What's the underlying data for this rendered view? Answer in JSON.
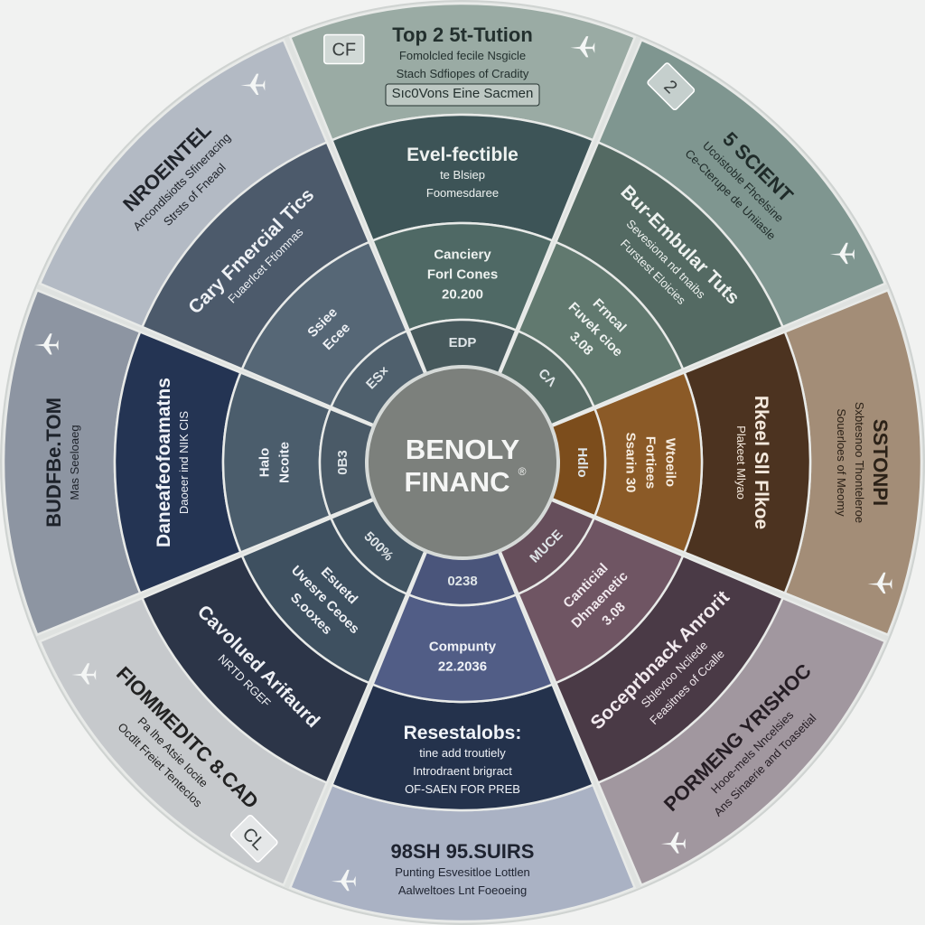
{
  "center": {
    "title_line1": "BENOLY",
    "title_line2": "FINANC",
    "mark": "®",
    "color": "#7c807c"
  },
  "colors": {
    "background": "#f1f2f1",
    "outline": "#e8eae8",
    "slate": "#5a6470",
    "navy": "#26344d",
    "teal_dark": "#3d5457",
    "sage": "#6f8a85",
    "brown": "#74461a",
    "plum": "#5b4853",
    "periwinkle": "#5e6884"
  },
  "sectors": [
    {
      "id": "top",
      "icon": "plane-icon",
      "outer": {
        "title": "Top 2 5t-Tution",
        "lines": [
          "Fomolcled fecile Nsgicle",
          "Stach Sdfiopes of Cradity"
        ],
        "sub": "Sıc0Vons Eine Sacmen",
        "badge": "CF",
        "color": "#9aaba4",
        "text_color": "#23302e"
      },
      "middle": {
        "title": "Evel-fectible",
        "lines": [
          "te Blsiep",
          "Foomesdaree"
        ],
        "color": "#3d5457",
        "text_color": "#eef2f0"
      },
      "inner": {
        "lines": [
          "Canciery",
          "Forl Cones",
          "20.200"
        ],
        "color": "#4f6965",
        "text_color": "#eef2f0"
      },
      "core": {
        "label": "EDP",
        "color": "#47595c"
      }
    },
    {
      "id": "top-right",
      "icon": "plane-icon",
      "outer": {
        "title": "5 SCIENT",
        "lines": [
          "Ucoistoble Fhcelsine",
          "Ce-Cterupe de Uniiasle"
        ],
        "badge": "2",
        "color": "#7f9690",
        "text_color": "#1f2b29"
      },
      "middle": {
        "title": "Bur-Embular Tuts",
        "lines": [
          "Sevesiona nd tnaibs",
          "Furstest Eloicies"
        ],
        "color": "#546a63",
        "text_color": "#eef2f0"
      },
      "inner": {
        "lines": [
          "Frncal",
          "Fuvek cioe",
          "3.08"
        ],
        "color": "#61796f",
        "text_color": "#eef2f0"
      },
      "core": {
        "label": "CΛ",
        "color": "#566b65"
      }
    },
    {
      "id": "right",
      "icon": "plane-icon",
      "outer": {
        "title": "SSTONPI",
        "lines": [
          "Sxbtesnoo Thonteleroe",
          "Souerloes of Meomy"
        ],
        "color": "#a38d77",
        "text_color": "#2b2117"
      },
      "middle": {
        "title": "Rkeel Sll Flkoe",
        "lines": [
          "Plakeet Mlyao"
        ],
        "color": "#4c3320",
        "text_color": "#f4e9dd"
      },
      "inner": {
        "lines": [
          "Wtoeilo",
          "Fortiees",
          "Ssarin 30"
        ],
        "color": "#8b5a27",
        "text_color": "#f7ede1"
      },
      "core": {
        "label": "Hdlo",
        "color": "#7c4d1c"
      }
    },
    {
      "id": "bottom-right",
      "icon": "plane-icon",
      "outer": {
        "title": "PORMENG YRISHOC",
        "lines": [
          "Hooe-mels Nncelsies",
          "Ans Sinaerie and Toasetial"
        ],
        "color": "#a1979f",
        "text_color": "#251d24"
      },
      "middle": {
        "title": "Soceprbnack Anrorit",
        "lines": [
          "Sblevtoo Ncliede",
          "Feasitnes of Ccalle"
        ],
        "color": "#4a3a46",
        "text_color": "#f1e9ee"
      },
      "inner": {
        "lines": [
          "Canticial",
          "Dhnaenetic",
          "3.08"
        ],
        "color": "#6f5563",
        "text_color": "#f1e9ee"
      },
      "core": {
        "label": "MUCE",
        "color": "#664e5b"
      }
    },
    {
      "id": "bottom",
      "icon": "plane-icon",
      "outer": {
        "title": "98SH 95.SUIRS",
        "lines": [
          "Punting Esvesitloe Lottlen",
          "Aalweltoes Lnt Foeoeing"
        ],
        "color": "#aab2c4",
        "text_color": "#1e2330"
      },
      "middle": {
        "title": "Resestalobs:",
        "lines": [
          "tine add troutiely",
          "Introdraent brigract",
          "OF-SAEN FOR PREB"
        ],
        "color": "#24324c",
        "text_color": "#f0f3f8"
      },
      "inner": {
        "lines": [
          "Compunty",
          "22.2036"
        ],
        "color": "#515d86",
        "text_color": "#f0f3f8"
      },
      "core": {
        "label": "0238",
        "color": "#4a557b"
      }
    },
    {
      "id": "bottom-left",
      "icon": "plane-icon",
      "outer": {
        "title": "FIOMMEDITC 8.CAD",
        "lines": [
          "Pa lhe Atsie Iocite",
          "Ocdlt Freiet Tenteclos"
        ],
        "badge": "CL",
        "color": "#c6c9cc",
        "text_color": "#222"
      },
      "middle": {
        "title": "Cavolued Arifaurd",
        "lines": [
          "NRTD RGEF"
        ],
        "color": "#2c3548",
        "text_color": "#eef0f4"
      },
      "inner": {
        "lines": [
          "Esuetd",
          "Uvesre Ceoes",
          "S.ooxes"
        ],
        "color": "#3e5060",
        "text_color": "#eef0f4"
      },
      "core": {
        "label": "500%",
        "color": "#425462"
      }
    },
    {
      "id": "left",
      "icon": "plane-icon",
      "outer": {
        "title": "BUDFBe.TOM",
        "lines": [
          "Mas Seeloaeg"
        ],
        "color": "#8d95a2",
        "text_color": "#1d222a"
      },
      "middle": {
        "title": "Daneafeofoamatns",
        "lines": [
          "Daoeer ind NIK CIS"
        ],
        "color": "#243453",
        "text_color": "#eef1f7"
      },
      "inner": {
        "lines": [
          "Halo",
          "Ncoite"
        ],
        "color": "#4b5d6c",
        "text_color": "#eef1f7"
      },
      "core": {
        "label": "0B3",
        "color": "#4a5a67"
      }
    },
    {
      "id": "top-left",
      "icon": "plane-icon",
      "outer": {
        "title": "NROEINTEL",
        "lines": [
          "Ancondlsiotts Sfineracing",
          "Strsts of Fneaol"
        ],
        "color": "#b3bac4",
        "text_color": "#20242b"
      },
      "middle": {
        "title": "Cary Fmercial Tics",
        "lines": [
          "Fuaerlcet Ftiomnas"
        ],
        "color": "#4c5a6b",
        "text_color": "#eef1f5"
      },
      "inner": {
        "lines": [
          "Ssiee",
          "Ecee"
        ],
        "color": "#566776",
        "text_color": "#eef1f5"
      },
      "core": {
        "label": "ES×",
        "color": "#4f606d"
      }
    }
  ]
}
